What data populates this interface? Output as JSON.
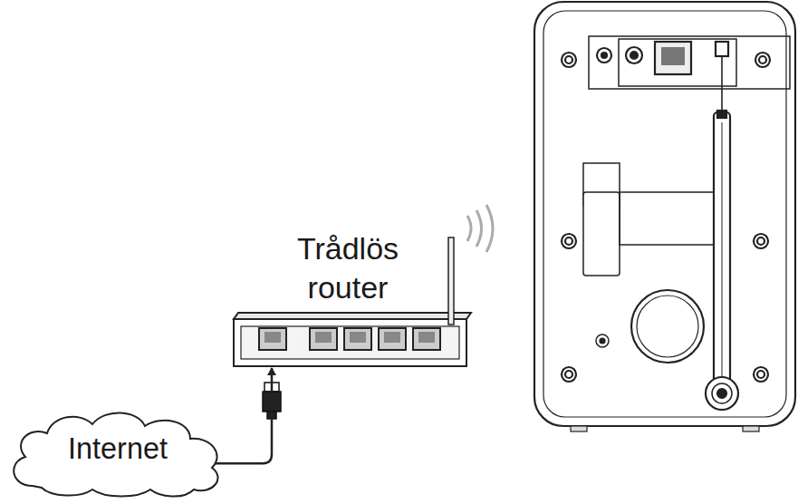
{
  "diagram": {
    "nodes": [
      {
        "text": [
          "Internet"
        ]
      },
      {
        "text": [
          "Trådlös router"
        ]
      }
    ],
    "edges": [
      {
        "from": 0,
        "to": 1,
        "arrow": "to"
      }
    ]
  }
}
